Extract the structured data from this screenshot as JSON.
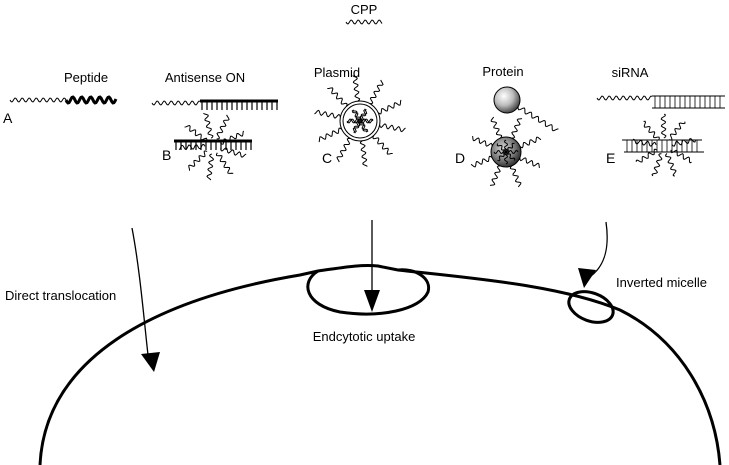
{
  "cpp_label": "CPP",
  "cargos": [
    {
      "letter": "A",
      "name": "Peptide"
    },
    {
      "letter": "B",
      "name": "Antisense ON"
    },
    {
      "letter": "C",
      "name": "Plasmid"
    },
    {
      "letter": "D",
      "name": "Protein"
    },
    {
      "letter": "E",
      "name": "siRNA"
    }
  ],
  "pathways": {
    "direct": "Direct translocation",
    "endocytic": "Endcytotic uptake",
    "micelle": "Inverted micelle"
  }
}
